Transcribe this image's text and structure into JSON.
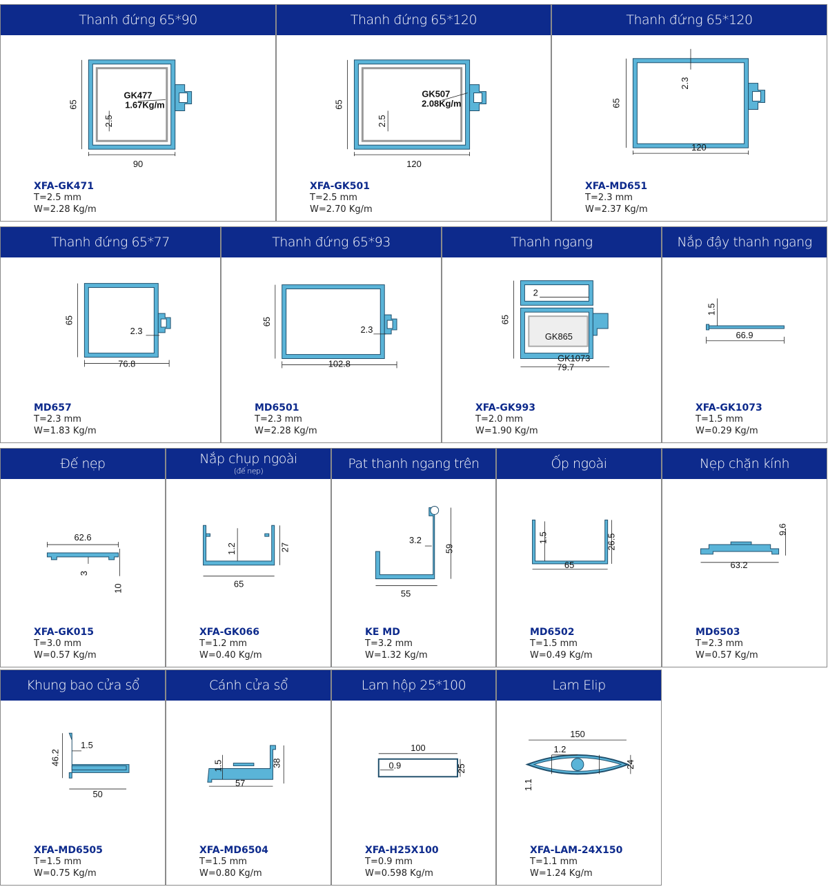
{
  "colors": {
    "header": "#0d2a8c",
    "profile": "#5ab4d8",
    "profile_edge": "#1f4e6b"
  },
  "cells": [
    {
      "title": "Thanh đứng 65*90",
      "code": "XFA-GK471",
      "t": "T=2.5 mm",
      "w": "W=2.28 Kg/m",
      "dims": {
        "a": "65",
        "b": "90",
        "c": "2.5",
        "d": "GK477",
        "e": "1.67Kg/m"
      }
    },
    {
      "title": "Thanh đứng 65*120",
      "code": "XFA-GK501",
      "t": "T=2.5 mm",
      "w": "W=2.70 Kg/m",
      "dims": {
        "a": "65",
        "b": "120",
        "c": "2.5",
        "d": "GK507",
        "e": "2.08Kg/m"
      }
    },
    {
      "title": "Thanh đứng 65*120",
      "code": "XFA-MD651",
      "t": "T=2.3 mm",
      "w": "W=2.37 Kg/m",
      "dims": {
        "a": "65",
        "b": "120",
        "c": "2.3"
      }
    },
    {
      "title": "Thanh đứng 65*77",
      "code": "MD657",
      "t": "T=2.3 mm",
      "w": "W=1.83 Kg/m",
      "dims": {
        "a": "65",
        "b": "76.8",
        "c": "2.3"
      }
    },
    {
      "title": "Thanh đứng 65*93",
      "code": "MD6501",
      "t": "T=2.3 mm",
      "w": "W=2.28 Kg/m",
      "dims": {
        "a": "65",
        "b": "102.8",
        "c": "2.3"
      }
    },
    {
      "title": "Thanh ngang",
      "code": "XFA-GK993",
      "t": "T=2.0 mm",
      "w": "W=1.90 Kg/m",
      "dims": {
        "a": "65",
        "b": "79.7",
        "c": "2",
        "d": "GK865",
        "e": "GK1073"
      }
    },
    {
      "title": "Nắp đậy thanh ngang",
      "code": "XFA-GK1073",
      "t": "T=1.5 mm",
      "w": "W=0.29 Kg/m",
      "dims": {
        "a": "1.5",
        "b": "66.9"
      }
    },
    {
      "title": "Đế nẹp",
      "code": "XFA-GK015",
      "t": "T=3.0 mm",
      "w": "W=0.57 Kg/m",
      "dims": {
        "a": "62.6",
        "b": "3",
        "c": "10"
      }
    },
    {
      "title": "Nắp chụp ngoài",
      "subtitle": "(đế nẹp)",
      "code": "XFA-GK066",
      "t": "T=1.2 mm",
      "w": "W=0.40 Kg/m",
      "dims": {
        "a": "1.2",
        "b": "27",
        "c": "65"
      }
    },
    {
      "title": "Pat thanh ngang trên",
      "code": "KE MD",
      "t": "T=3.2 mm",
      "w": "W=1.32 Kg/m",
      "dims": {
        "a": "3.2",
        "b": "59",
        "c": "55"
      }
    },
    {
      "title": "Ốp ngoài",
      "code": "MD6502",
      "t": "T=1.5 mm",
      "w": "W=0.49 Kg/m",
      "dims": {
        "a": "1.5",
        "b": "26.5",
        "c": "65"
      }
    },
    {
      "title": "Nẹp chặn kính",
      "code": "MD6503",
      "t": "T=2.3 mm",
      "w": "W=0.57 Kg/m",
      "dims": {
        "a": "9.6",
        "b": "63.2"
      }
    },
    {
      "title": "Khung bao cửa sổ",
      "code": "XFA-MD6505",
      "t": "T=1.5 mm",
      "w": "W=0.75 Kg/m",
      "dims": {
        "a": "46.2",
        "b": "1.5",
        "c": "50"
      }
    },
    {
      "title": "Cánh cửa sổ",
      "code": "XFA-MD6504",
      "t": "T=1.5 mm",
      "w": "W=0.80 Kg/m",
      "dims": {
        "a": "1.5",
        "b": "38",
        "c": "57"
      }
    },
    {
      "title": "Lam hộp 25*100",
      "code": "XFA-H25X100",
      "t": "T=0.9 mm",
      "w": "W=0.598 Kg/m",
      "dims": {
        "a": "100",
        "b": "0.9",
        "c": "25"
      }
    },
    {
      "title": "Lam Elip",
      "code": "XFA-LAM-24X150",
      "t": "T=1.1 mm",
      "w": "W=1.24 Kg/m",
      "dims": {
        "a": "150",
        "b": "1.2",
        "c": "24",
        "d": "1.1"
      }
    }
  ]
}
